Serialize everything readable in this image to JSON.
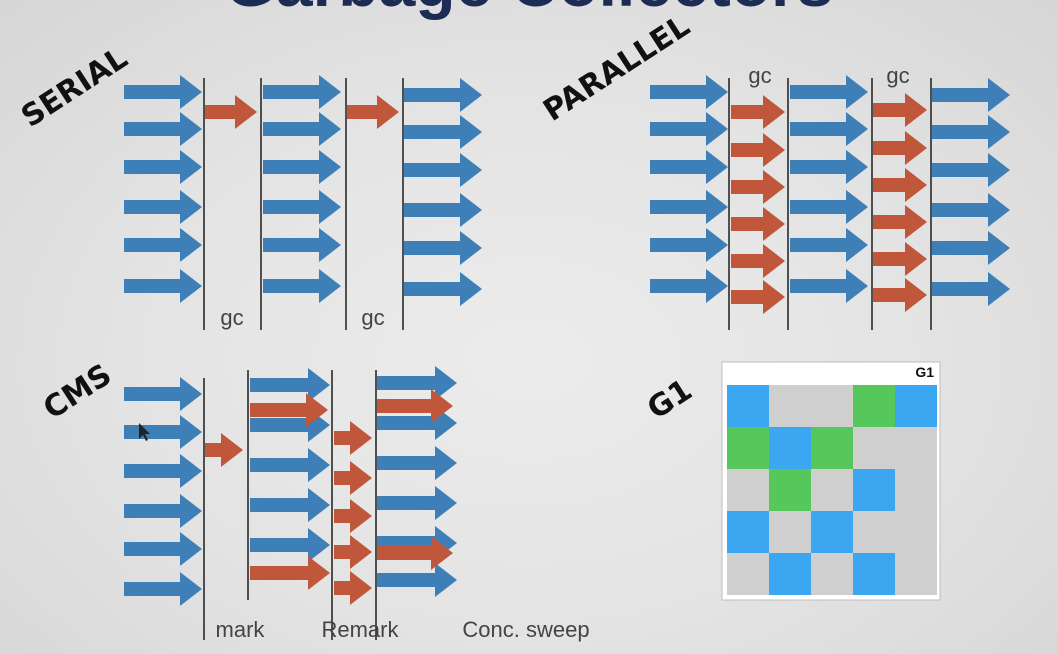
{
  "title": "Garbage Collectors",
  "colors": {
    "app_thread": "#3f7fb7",
    "gc_thread": "#c0573a",
    "divider": "#2a2a2a",
    "g1_blue": "#3aa7f0",
    "g1_green": "#56c75a",
    "g1_gray": "#cfcfcf",
    "title": "#1c2c55"
  },
  "serial": {
    "label": "SERIAL",
    "gc_labels": [
      "gc",
      "gc"
    ]
  },
  "parallel": {
    "label": "PARALLEL",
    "gc_labels": [
      "gc",
      "gc"
    ]
  },
  "cms": {
    "label": "CMS",
    "phase_labels": [
      "mark",
      "Remark",
      "Conc. sweep"
    ]
  },
  "g1": {
    "label": "G1",
    "grid_title": "G1",
    "grid": [
      [
        "blue",
        "gray",
        "gray",
        "green",
        "blue"
      ],
      [
        "green",
        "blue",
        "green",
        "gray",
        "gray"
      ],
      [
        "gray",
        "green",
        "gray",
        "blue",
        "gray"
      ],
      [
        "blue",
        "gray",
        "blue",
        "gray",
        "gray"
      ],
      [
        "gray",
        "blue",
        "gray",
        "blue",
        "gray"
      ]
    ]
  }
}
